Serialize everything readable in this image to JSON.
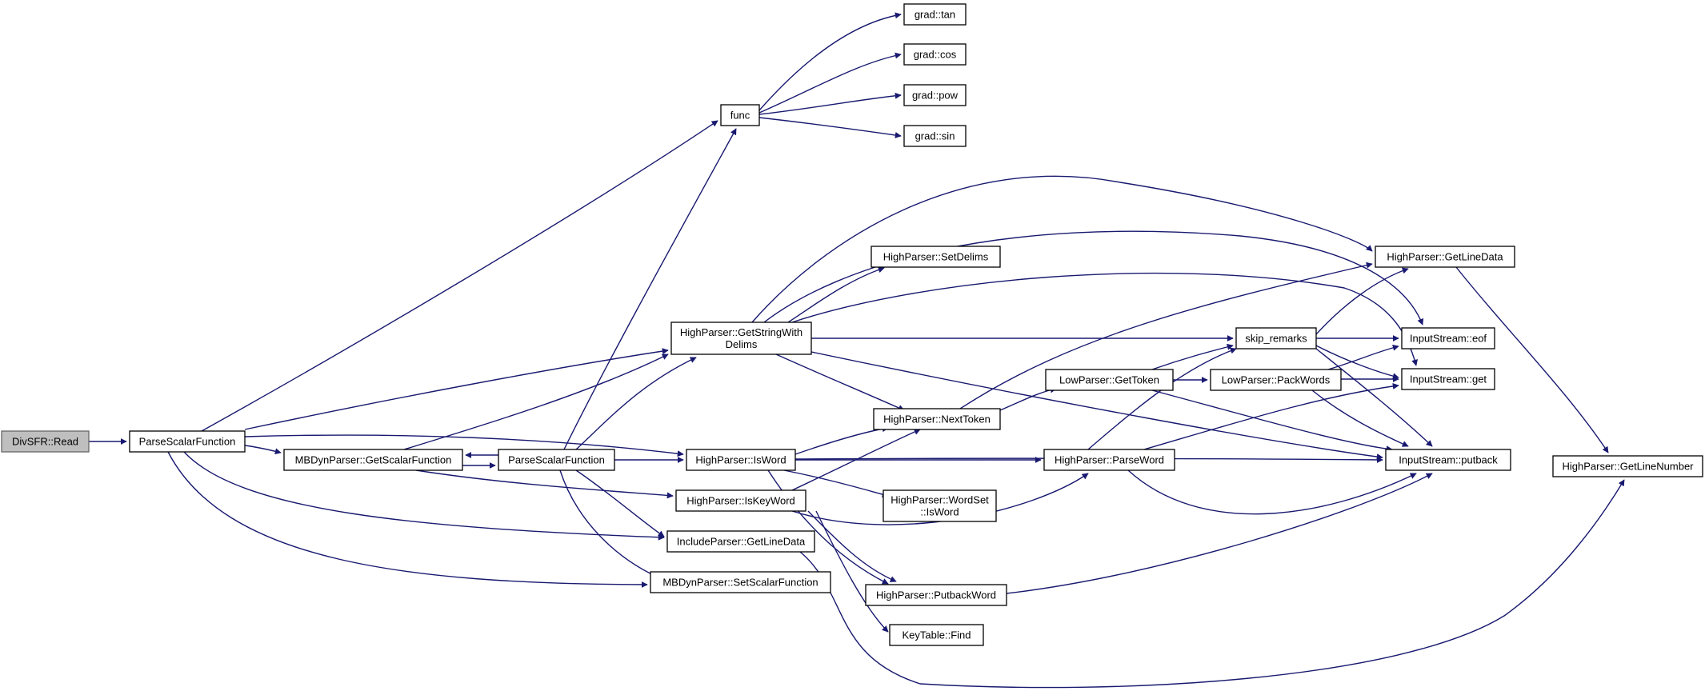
{
  "colors": {
    "edge": "#191970",
    "node_border": "#000000",
    "root_fill": "#bfbfbf",
    "background": "#ffffff"
  },
  "nodes": [
    {
      "id": "divsfr_read",
      "label": [
        "DivSFR::Read"
      ],
      "root": true
    },
    {
      "id": "parse_scalar_function_1",
      "label": [
        "ParseScalarFunction"
      ]
    },
    {
      "id": "mbdyn_get_scalar_function",
      "label": [
        "MBDynParser::GetScalarFunction"
      ]
    },
    {
      "id": "parse_scalar_function_2",
      "label": [
        "ParseScalarFunction"
      ]
    },
    {
      "id": "func",
      "label": [
        "func"
      ]
    },
    {
      "id": "grad_tan",
      "label": [
        "grad::tan"
      ]
    },
    {
      "id": "grad_cos",
      "label": [
        "grad::cos"
      ]
    },
    {
      "id": "grad_pow",
      "label": [
        "grad::pow"
      ]
    },
    {
      "id": "grad_sin",
      "label": [
        "grad::sin"
      ]
    },
    {
      "id": "hp_get_string_with_delims",
      "label": [
        "HighParser::GetStringWith",
        "Delims"
      ]
    },
    {
      "id": "hp_set_delims",
      "label": [
        "HighParser::SetDelims"
      ]
    },
    {
      "id": "hp_is_word",
      "label": [
        "HighParser::IsWord"
      ]
    },
    {
      "id": "hp_is_key_word",
      "label": [
        "HighParser::IsKeyWord"
      ]
    },
    {
      "id": "ip_get_line_data",
      "label": [
        "IncludeParser::GetLineData"
      ]
    },
    {
      "id": "mbdyn_set_scalar_function",
      "label": [
        "MBDynParser::SetScalarFunction"
      ]
    },
    {
      "id": "hp_next_token",
      "label": [
        "HighParser::NextToken"
      ]
    },
    {
      "id": "hp_wordset_is_word",
      "label": [
        "HighParser::WordSet",
        "::IsWord"
      ]
    },
    {
      "id": "hp_putback_word",
      "label": [
        "HighParser::PutbackWord"
      ]
    },
    {
      "id": "keytable_find",
      "label": [
        "KeyTable::Find"
      ]
    },
    {
      "id": "lp_get_token",
      "label": [
        "LowParser::GetToken"
      ]
    },
    {
      "id": "lp_pack_words",
      "label": [
        "LowParser::PackWords"
      ]
    },
    {
      "id": "hp_parse_word",
      "label": [
        "HighParser::ParseWord"
      ]
    },
    {
      "id": "skip_remarks",
      "label": [
        "skip_remarks"
      ]
    },
    {
      "id": "hp_get_line_data",
      "label": [
        "HighParser::GetLineData"
      ]
    },
    {
      "id": "is_eof",
      "label": [
        "InputStream::eof"
      ]
    },
    {
      "id": "is_get",
      "label": [
        "InputStream::get"
      ]
    },
    {
      "id": "is_putback",
      "label": [
        "InputStream::putback"
      ]
    },
    {
      "id": "hp_get_line_number",
      "label": [
        "HighParser::GetLineNumber"
      ]
    }
  ]
}
